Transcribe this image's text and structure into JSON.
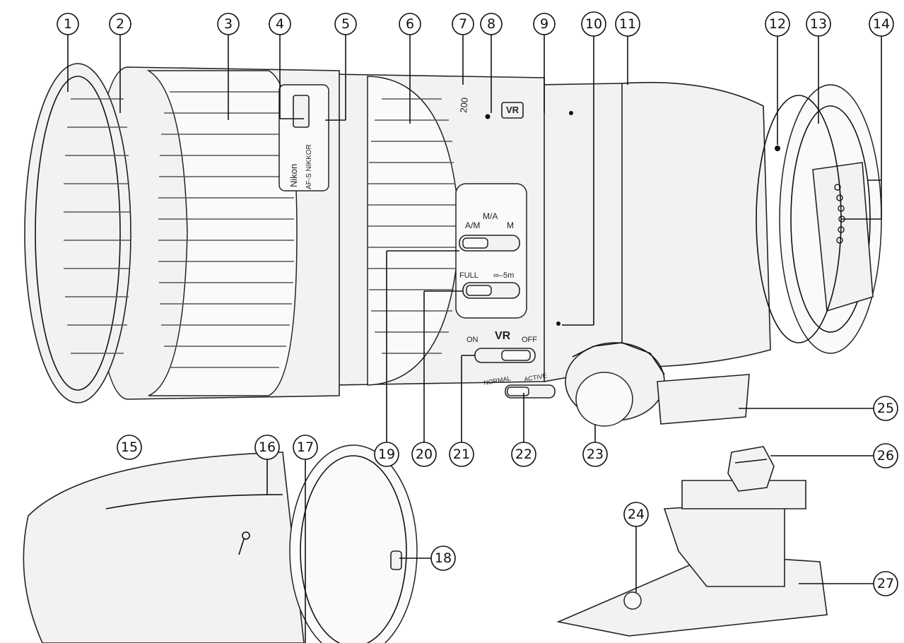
{
  "callouts": {
    "n1": "1",
    "n2": "2",
    "n3": "3",
    "n4": "4",
    "n5": "5",
    "n6": "6",
    "n7": "7",
    "n8": "8",
    "n9": "9",
    "n10": "10",
    "n11": "11",
    "n12": "12",
    "n13": "13",
    "n14": "14",
    "n15": "15",
    "n16": "16",
    "n17": "17",
    "n18": "18",
    "n19": "19",
    "n20": "20",
    "n21": "21",
    "n22": "22",
    "n23": "23",
    "n24": "24",
    "n25": "25",
    "n26": "26",
    "n27": "27"
  },
  "lens_text": {
    "brand": "Nikon",
    "model": "AF-S NIKKOR",
    "vr_badge": "VR",
    "focal_mark": "200",
    "focus_mode_am": "A/M",
    "focus_mode_ma": "M/A",
    "focus_mode_m": "M",
    "limit_full": "FULL",
    "limit_range": "∞–5m",
    "vr_title": "VR",
    "vr_on": "ON",
    "vr_off": "OFF",
    "vr_normal": "NORMAL",
    "vr_active": "ACTIVE"
  },
  "colors": {
    "line": "#111111",
    "fill": "#f2f2f2",
    "background": "#ffffff"
  }
}
